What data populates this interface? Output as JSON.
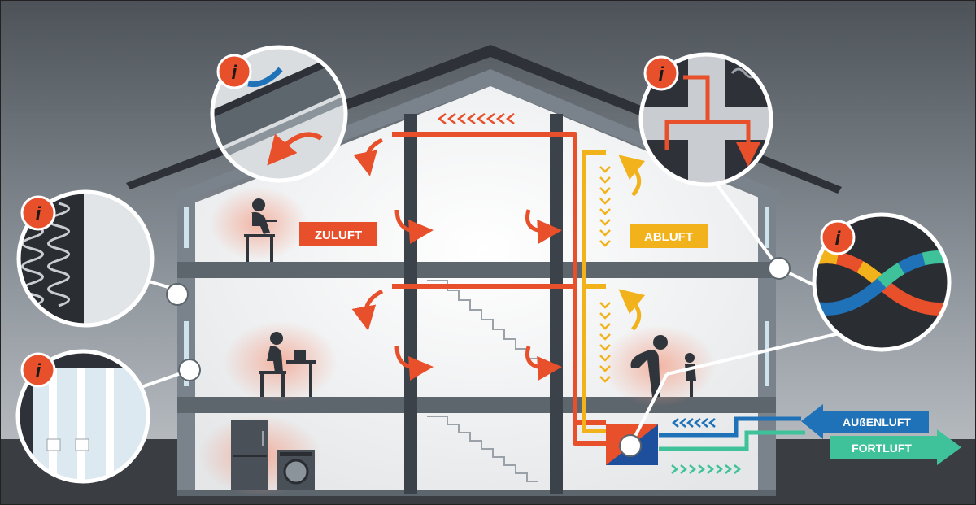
{
  "labels": {
    "supply_air": "ZULUFT",
    "exhaust_air": "ABLUFT",
    "outdoor_air": "AUßENLUFT",
    "discharge_air": "FORTLUFT"
  },
  "info_badges": [
    {
      "id": "roof-detail",
      "symbol": "i"
    },
    {
      "id": "ventilation-detail",
      "symbol": "i"
    },
    {
      "id": "wall-insulation-detail",
      "symbol": "i"
    },
    {
      "id": "window-detail",
      "symbol": "i"
    },
    {
      "id": "heat-exchanger-detail",
      "symbol": "i"
    }
  ],
  "colors": {
    "supply": "#e8502b",
    "exhaust": "#f2b21c",
    "outdoor": "#1f72b8",
    "discharge": "#3fc29a",
    "structure": "#6b7580",
    "badge": "#e8502b"
  },
  "icons": [
    "info-icon",
    "person-reading-icon",
    "person-laptop-icon",
    "adult-child-icon",
    "fridge-icon",
    "washing-machine-icon",
    "heat-recovery-unit-icon"
  ]
}
